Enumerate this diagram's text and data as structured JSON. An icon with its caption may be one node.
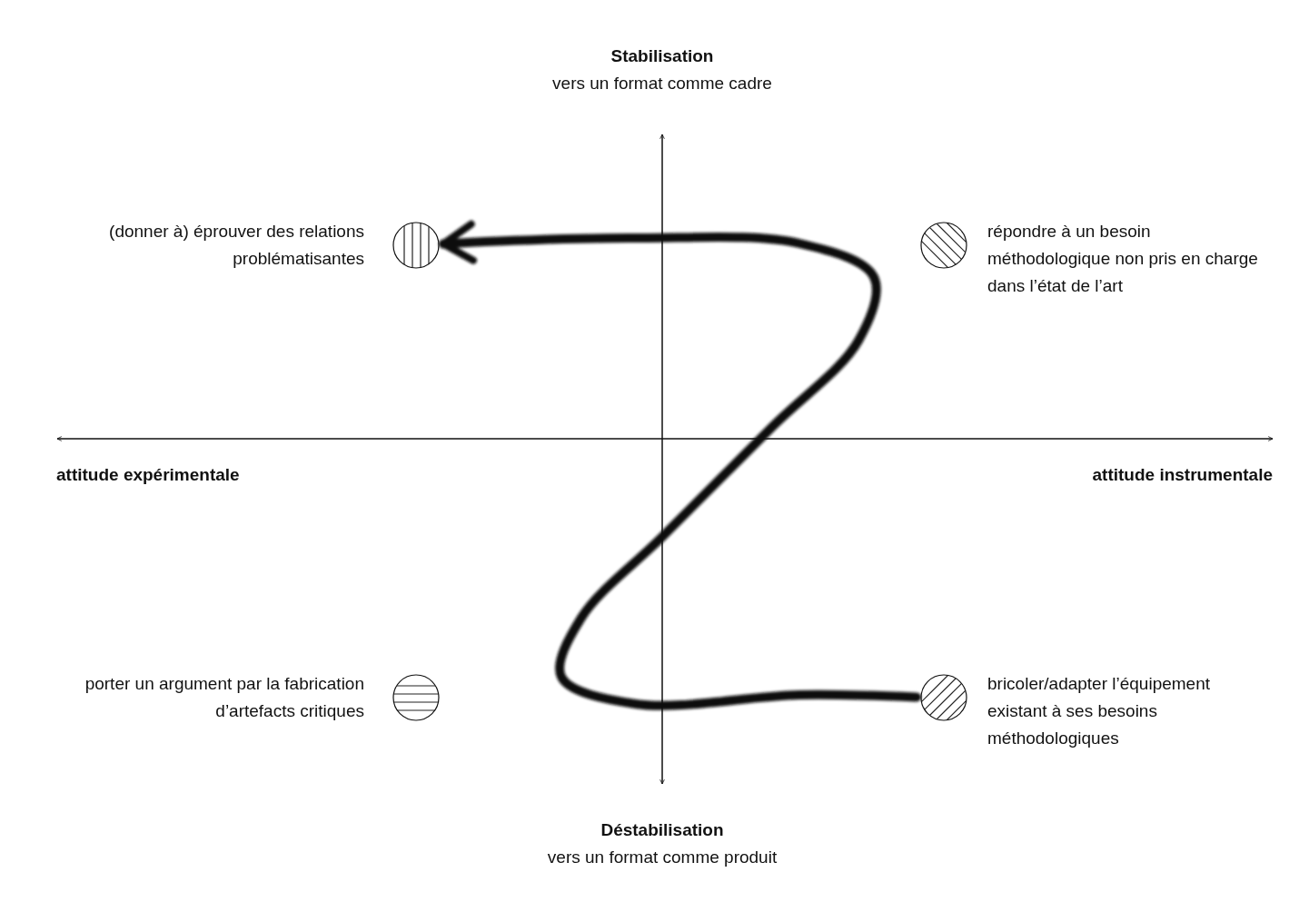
{
  "diagram": {
    "nodes": [
      {
        "text": [],
        "shape": "circle",
        "beside": [
          "(donner à) éprouver des relations problématisantes"
        ]
      },
      {
        "text": [],
        "shape": "circle",
        "beside": [
          "répondre à un besoin méthodologique non pris en charge dans l’état de l’art"
        ]
      },
      {
        "text": [],
        "shape": "circle",
        "beside": [
          "porter un argument par la fabrication d’artefacts critiques"
        ]
      },
      {
        "text": [],
        "shape": "circle",
        "beside": [
          "bricoler/adapter l’équipement existant à ses besoins méthodologiques"
        ]
      }
    ],
    "edges": [
      {
        "from": 3,
        "to": 0,
        "arrow": "to"
      }
    ],
    "labels": [
      "Stabilisation",
      "vers un format comme cadre",
      "attitude expérimentale",
      "attitude instrumentale",
      "Déstabilisation",
      "vers un format comme produit"
    ]
  }
}
